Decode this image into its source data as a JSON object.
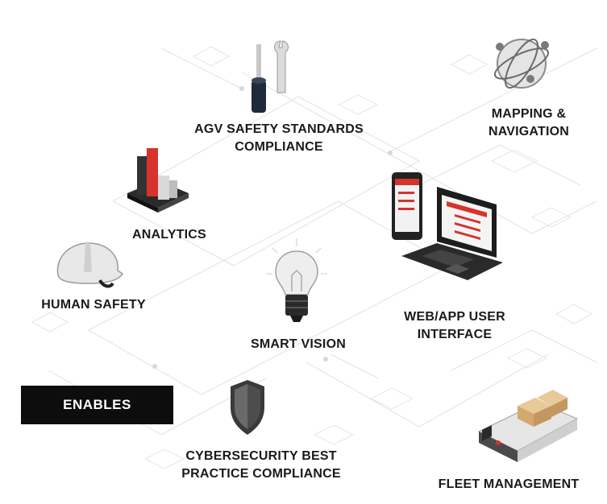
{
  "enables_label": "ENABLES",
  "colors": {
    "accent_red": "#d7322b",
    "dark": "#1a1a1a",
    "line_gray": "#dcdcdc"
  },
  "features": [
    {
      "id": "agv",
      "label_lines": [
        "AGV SAFETY STANDARDS",
        "COMPLIANCE"
      ],
      "icon": "tools-icon"
    },
    {
      "id": "mapping",
      "label_lines": [
        "MAPPING &",
        "NAVIGATION"
      ],
      "icon": "globe-icon"
    },
    {
      "id": "analytics",
      "label_lines": [
        "ANALYTICS"
      ],
      "icon": "bar-chart-icon"
    },
    {
      "id": "webapp",
      "label_lines": [
        "WEB/APP USER",
        "INTERFACE"
      ],
      "icon": "laptop-phone-icon"
    },
    {
      "id": "human",
      "label_lines": [
        "HUMAN SAFETY"
      ],
      "icon": "hard-hat-icon"
    },
    {
      "id": "vision",
      "label_lines": [
        "SMART VISION"
      ],
      "icon": "light-bulb-icon"
    },
    {
      "id": "cyber",
      "label_lines": [
        "CYBERSECURITY BEST",
        "PRACTICE COMPLIANCE"
      ],
      "icon": "shield-icon"
    },
    {
      "id": "fleet",
      "label_lines": [
        "FLEET MANAGEMENT"
      ],
      "icon": "agv-robot-icon"
    }
  ]
}
